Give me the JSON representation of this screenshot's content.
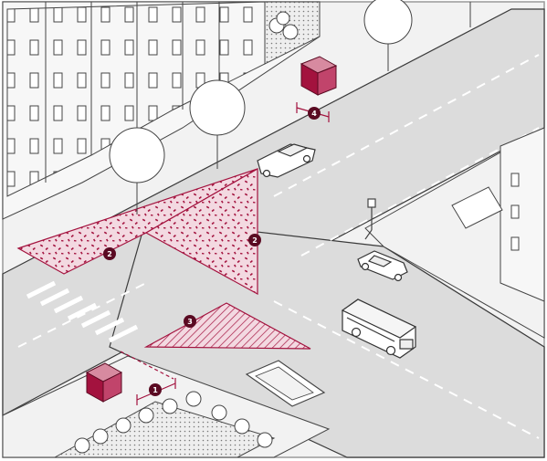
{
  "colors": {
    "accent": "#a3123e",
    "accent_fill": "#d78aa0",
    "accent_light": "#f3d9e1",
    "road": "#dcdcdc",
    "sidewalk": "#f2f2f2",
    "line": "#3a3a3a",
    "frame": "#9a9a9a"
  },
  "icons": {
    "building": "building-icon",
    "tree": "tree-icon",
    "car": "car-icon",
    "bus": "bus-icon",
    "kiosk": "kiosk-icon",
    "sign": "street-sign-icon"
  },
  "markers": [
    {
      "id": "m1",
      "label": "1"
    },
    {
      "id": "m2a",
      "label": "2"
    },
    {
      "id": "m2b",
      "label": "2"
    },
    {
      "id": "m3",
      "label": "3"
    },
    {
      "id": "m4",
      "label": "4"
    }
  ]
}
